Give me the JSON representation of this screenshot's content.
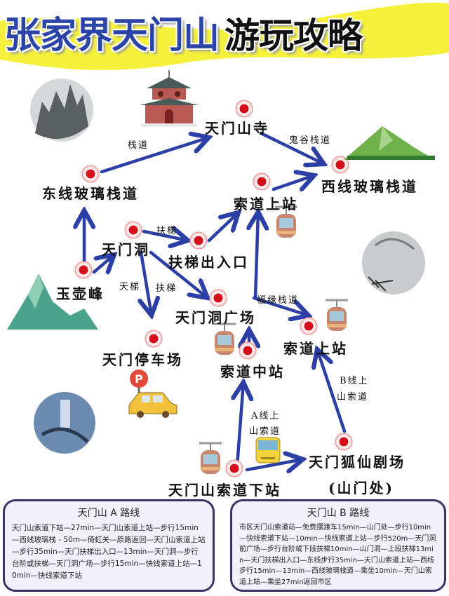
{
  "header": {
    "title_main": "张家界天门山",
    "title_sub": "游玩攻略",
    "banner_color": "#f5f03a",
    "title_color": "#2b44a8"
  },
  "map": {
    "accent_arrow": "#2b3fa6",
    "pin_color": "#d40f1a",
    "nodes": {
      "tianmenshan_temple": "天门山寺",
      "east_glass": "东线玻璃栈道",
      "west_glass": "西线玻璃栈道",
      "cable_upper_1": "索道上站",
      "tianmen_cave": "天门洞",
      "escalator_exit": "扶梯出入口",
      "yuhu_peak": "玉壶峰",
      "cave_square": "天门洞广场",
      "cable_upper_2": "索道上站",
      "parking": "天门停车场",
      "cable_middle": "索道中站",
      "cable_lower": "天门山索道下站",
      "fox_theater": "天门狐仙剧场",
      "mountain_gate": "(山门处)"
    },
    "edge_labels": {
      "plank_road": "栈道",
      "ghost_valley": "鬼谷栈道",
      "escalator_1": "扶梯",
      "sky_ladder": "天梯",
      "escalator_2": "扶梯",
      "fuyuan_plank": "福缘栈道",
      "a_line_1": "A线上",
      "a_line_2": "山索道",
      "b_line_1": "B线上",
      "b_line_2": "山索道"
    },
    "icons": [
      "temple-icon",
      "snow-mountain-photo",
      "green-mountain-icon",
      "cable-car-icon",
      "snow-tree-photo",
      "parking-sign-icon",
      "taxi-icon",
      "bus-icon",
      "frozen-waterfall-photo",
      "jade-mountain-icon"
    ]
  },
  "routes": {
    "a": {
      "title": "天门山 A 路线",
      "body": "天门山索道下站—27min—天门山索道上站—步行15min—西线玻璃栈 - 50m—倚虹关—原路返回—天门山索道上站—步行35min—天门扶梯出入口—13min—天门洞—步行台阶或扶梯—天门洞广场—步行15min—快线索道上站—10min—快线索道下站"
    },
    "b": {
      "title": "天门山 B 路线",
      "body": "市区天门山索道站—免费摆渡车15min—山门处—步行10min—快线索道下站—10min—快线索道上站—步行520m—天门洞前广场—步行台阶或下段扶梯10min—山门洞—上段扶梯13min—天门扶梯出入口—东线步行35min—天门山索道上站—西线步行15min—13min—西线玻璃栈道—乘坐10min—天门山索道上站—乘坐27min返回市区"
    }
  }
}
